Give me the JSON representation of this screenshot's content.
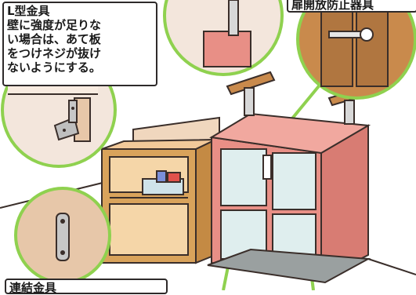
{
  "callouts": {
    "l_bracket": {
      "lines": [
        "L型金具",
        "壁に強度が足りな",
        "い場合は、あて板",
        "をつけネジが抜け",
        "ないようにする。"
      ]
    },
    "top_right": {
      "text": "扉開放防止器具"
    },
    "bottom_left": {
      "text": "連結金具"
    }
  },
  "colors": {
    "outline": "#3a2e2a",
    "wall": "#f3e6dc",
    "callout_green": "#6fbf3a",
    "cabinet_pink": "#e88f86",
    "shelf_wood": "#d9a35b",
    "glass": "#dfeeee"
  }
}
